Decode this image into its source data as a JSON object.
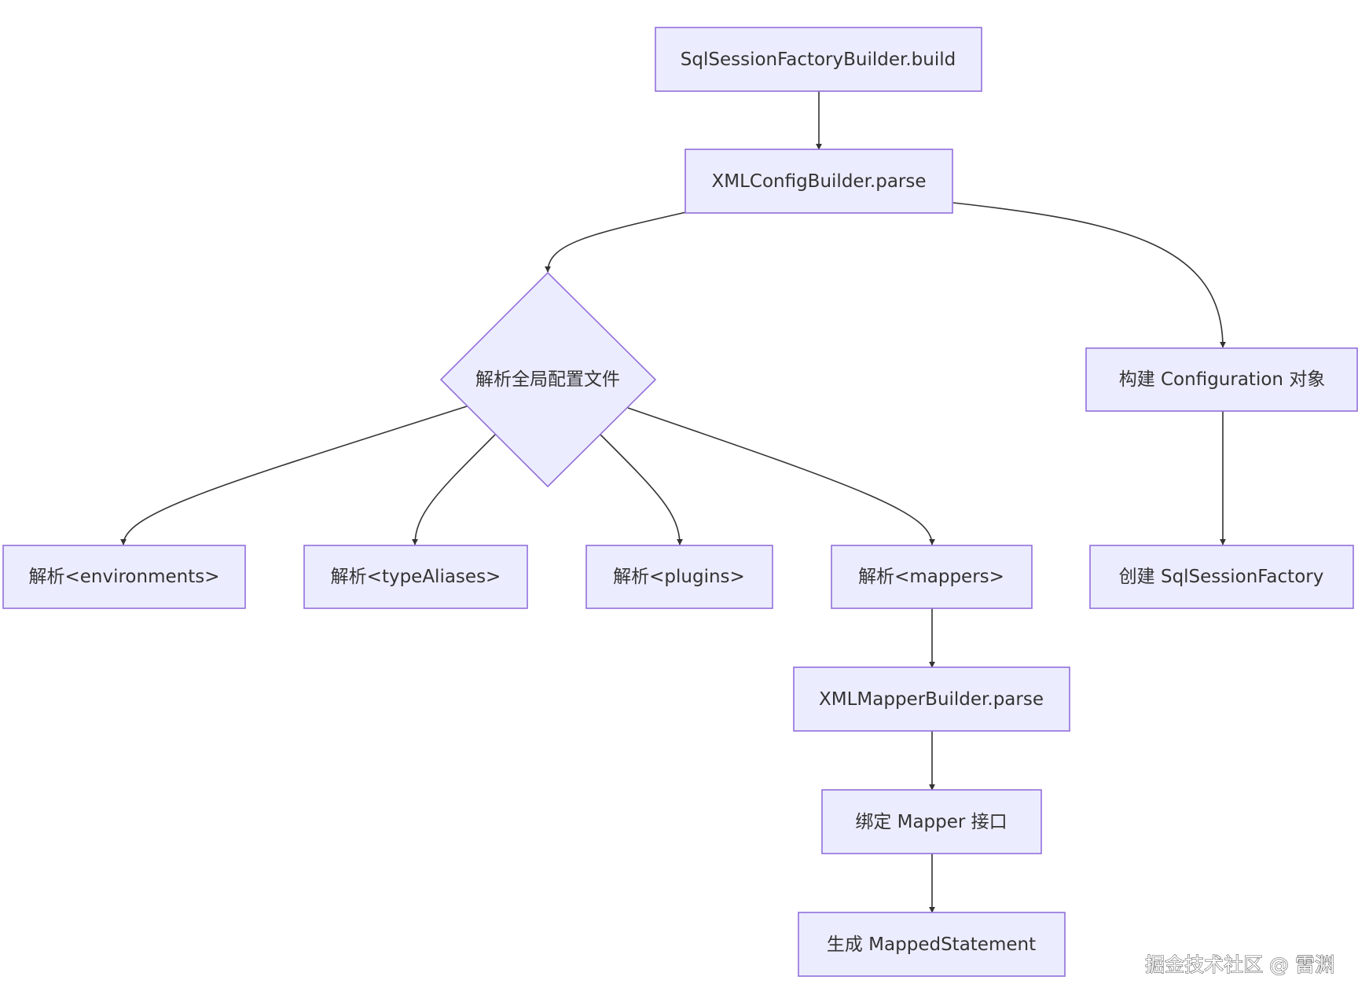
{
  "diagram": {
    "nodes": {
      "build": "SqlSessionFactoryBuilder.build",
      "xml_config_parse": "XMLConfigBuilder.parse",
      "parse_global": "解析全局配置文件",
      "build_configuration": "构建 Configuration 对象",
      "parse_environments": "解析<environments>",
      "parse_type_aliases": "解析<typeAliases>",
      "parse_plugins": "解析<plugins>",
      "parse_mappers": "解析<mappers>",
      "create_factory": "创建 SqlSessionFactory",
      "xml_mapper_parse": "XMLMapperBuilder.parse",
      "bind_mapper": "绑定 Mapper 接口",
      "mapped_statement": "生成 MappedStatement"
    },
    "colors": {
      "node_fill": "#ECECFF",
      "node_stroke": "#9370DB",
      "edge": "#333333",
      "text": "#333333"
    }
  },
  "watermark": "掘金技术社区 @ 雷渊"
}
